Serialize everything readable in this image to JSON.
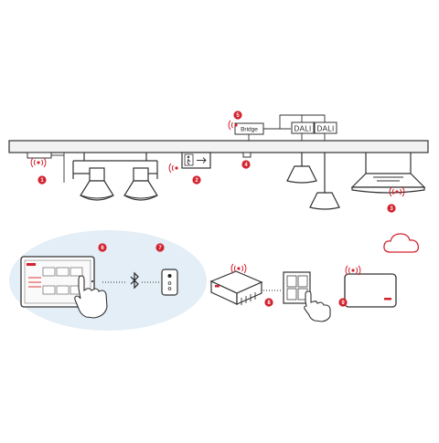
{
  "labels": {
    "bridge": "Bridge",
    "dali_1": "DALI",
    "dali_2": "DALI"
  },
  "badges": [
    "1",
    "2",
    "3",
    "4",
    "5",
    "6",
    "7",
    "8",
    "9"
  ],
  "colors": {
    "accent": "#d3232f",
    "line": "#333333",
    "track": "#f2f2f2",
    "tablet_area": "#e4eef6",
    "cloud": "#d3232f"
  },
  "icons": {
    "bluetooth": "bluetooth-icon",
    "cloud": "cloud-icon",
    "wireless": "wireless-signal-icon",
    "exit_sign": "emergency-exit-icon",
    "hand": "hand-pointer-icon"
  }
}
